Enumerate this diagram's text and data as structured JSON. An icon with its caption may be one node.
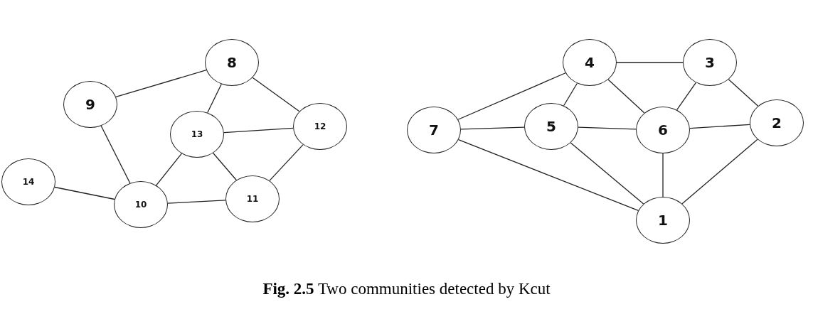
{
  "diagram": {
    "caption": "**Fig. 2.5** Two communities detected by Kcut",
    "nodes": [
      {
        "text": [
          "8"
        ]
      },
      {
        "text": [
          "9"
        ]
      },
      {
        "text": [
          "13"
        ]
      },
      {
        "text": [
          "12"
        ]
      },
      {
        "text": [
          "14"
        ]
      },
      {
        "text": [
          "10"
        ]
      },
      {
        "text": [
          "11"
        ]
      },
      {
        "text": [
          "4"
        ]
      },
      {
        "text": [
          "3"
        ]
      },
      {
        "text": [
          "7"
        ]
      },
      {
        "text": [
          "5"
        ]
      },
      {
        "text": [
          "6"
        ]
      },
      {
        "text": [
          "2"
        ]
      },
      {
        "text": [
          "1"
        ]
      }
    ],
    "edges": [
      {
        "from": 1,
        "to": 0,
        "arrow": "none"
      },
      {
        "from": 0,
        "to": 2,
        "arrow": "none"
      },
      {
        "from": 0,
        "to": 3,
        "arrow": "none"
      },
      {
        "from": 2,
        "to": 3,
        "arrow": "none"
      },
      {
        "from": 1,
        "to": 5,
        "arrow": "none"
      },
      {
        "from": 2,
        "to": 5,
        "arrow": "none"
      },
      {
        "from": 2,
        "to": 6,
        "arrow": "none"
      },
      {
        "from": 3,
        "to": 6,
        "arrow": "none"
      },
      {
        "from": 5,
        "to": 6,
        "arrow": "none"
      },
      {
        "from": 4,
        "to": 5,
        "arrow": "none"
      },
      {
        "from": 7,
        "to": 8,
        "arrow": "none"
      },
      {
        "from": 7,
        "to": 9,
        "arrow": "none"
      },
      {
        "from": 7,
        "to": 10,
        "arrow": "none"
      },
      {
        "from": 7,
        "to": 11,
        "arrow": "none"
      },
      {
        "from": 8,
        "to": 11,
        "arrow": "none"
      },
      {
        "from": 8,
        "to": 12,
        "arrow": "none"
      },
      {
        "from": 9,
        "to": 10,
        "arrow": "none"
      },
      {
        "from": 10,
        "to": 11,
        "arrow": "none"
      },
      {
        "from": 11,
        "to": 12,
        "arrow": "none"
      },
      {
        "from": 9,
        "to": 13,
        "arrow": "none"
      },
      {
        "from": 10,
        "to": 13,
        "arrow": "none"
      },
      {
        "from": 11,
        "to": 13,
        "arrow": "none"
      },
      {
        "from": 12,
        "to": 13,
        "arrow": "none"
      }
    ]
  }
}
